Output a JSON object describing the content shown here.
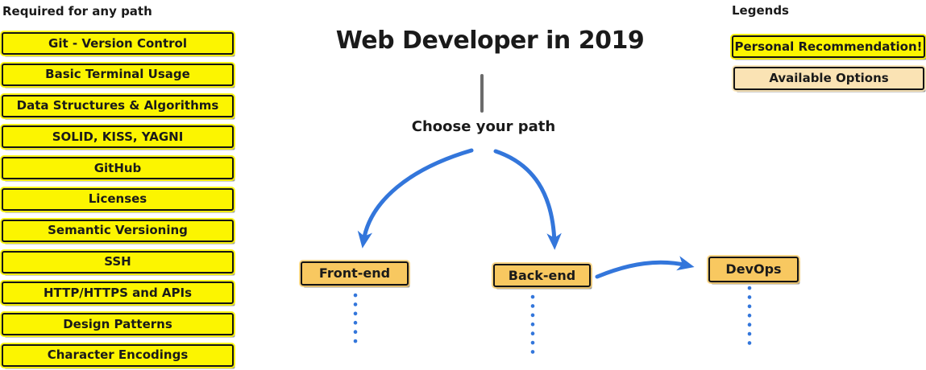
{
  "header": {
    "title": "Web Developer in 2019",
    "subtitle": "Choose your path"
  },
  "required": {
    "title": "Required for any path",
    "items": [
      "Git - Version Control",
      "Basic Terminal Usage",
      "Data Structures & Algorithms",
      "SOLID, KISS, YAGNI",
      "GitHub",
      "Licenses",
      "Semantic Versioning",
      "SSH",
      "HTTP/HTTPS and APIs",
      "Design Patterns",
      "Character Encodings"
    ]
  },
  "legend": {
    "title": "Legends",
    "items": [
      {
        "label": "Personal Recommendation!",
        "style": "yellow"
      },
      {
        "label": "Available Options",
        "style": "tan"
      }
    ]
  },
  "paths": [
    {
      "label": "Front-end"
    },
    {
      "label": "Back-end"
    },
    {
      "label": "DevOps"
    }
  ],
  "colors": {
    "yellow": "#FCF500",
    "tan": "#FAE3B4",
    "orange": "#F8C860",
    "blue": "#3376DB",
    "gray_line": "#6B6B6B",
    "border": "#141414",
    "text": "#1A1A1A",
    "shadow_gray": "#9B9B9B"
  }
}
